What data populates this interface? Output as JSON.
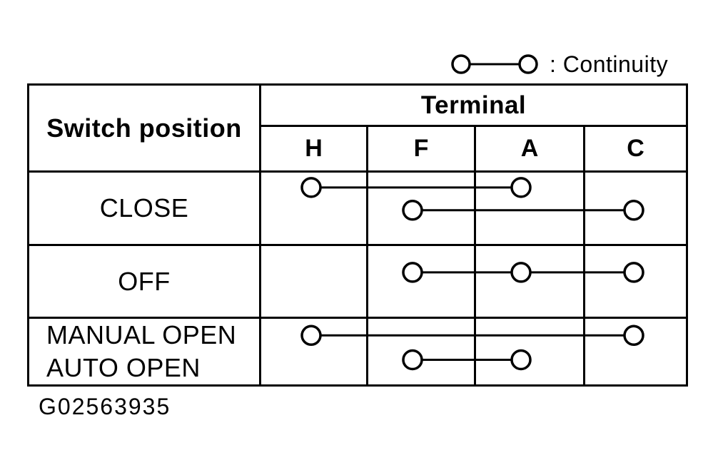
{
  "legend": {
    "symbol": "continuity-symbol",
    "label": ": Continuity"
  },
  "table": {
    "corner_header": "Switch position",
    "group_header": "Terminal",
    "terminals": [
      "H",
      "F",
      "A",
      "C"
    ],
    "rows": [
      {
        "label": "CLOSE",
        "connections": [
          {
            "terminals": [
              "H",
              "A"
            ],
            "y_frac": 0.29
          },
          {
            "terminals": [
              "F",
              "C"
            ],
            "y_frac": 0.6
          }
        ]
      },
      {
        "label": "OFF",
        "connections": [
          {
            "terminals": [
              "F",
              "A",
              "C"
            ],
            "y_frac": 0.45
          }
        ]
      },
      {
        "label": "MANUAL OPEN\nAUTO OPEN",
        "connections": [
          {
            "terminals": [
              "H",
              "C"
            ],
            "y_frac": 0.34
          },
          {
            "terminals": [
              "F",
              "A"
            ],
            "y_frac": 0.7
          }
        ]
      }
    ]
  },
  "footer": {
    "figure_id": "G02563935"
  },
  "colors": {
    "ink": "#000000",
    "paper": "#ffffff"
  }
}
